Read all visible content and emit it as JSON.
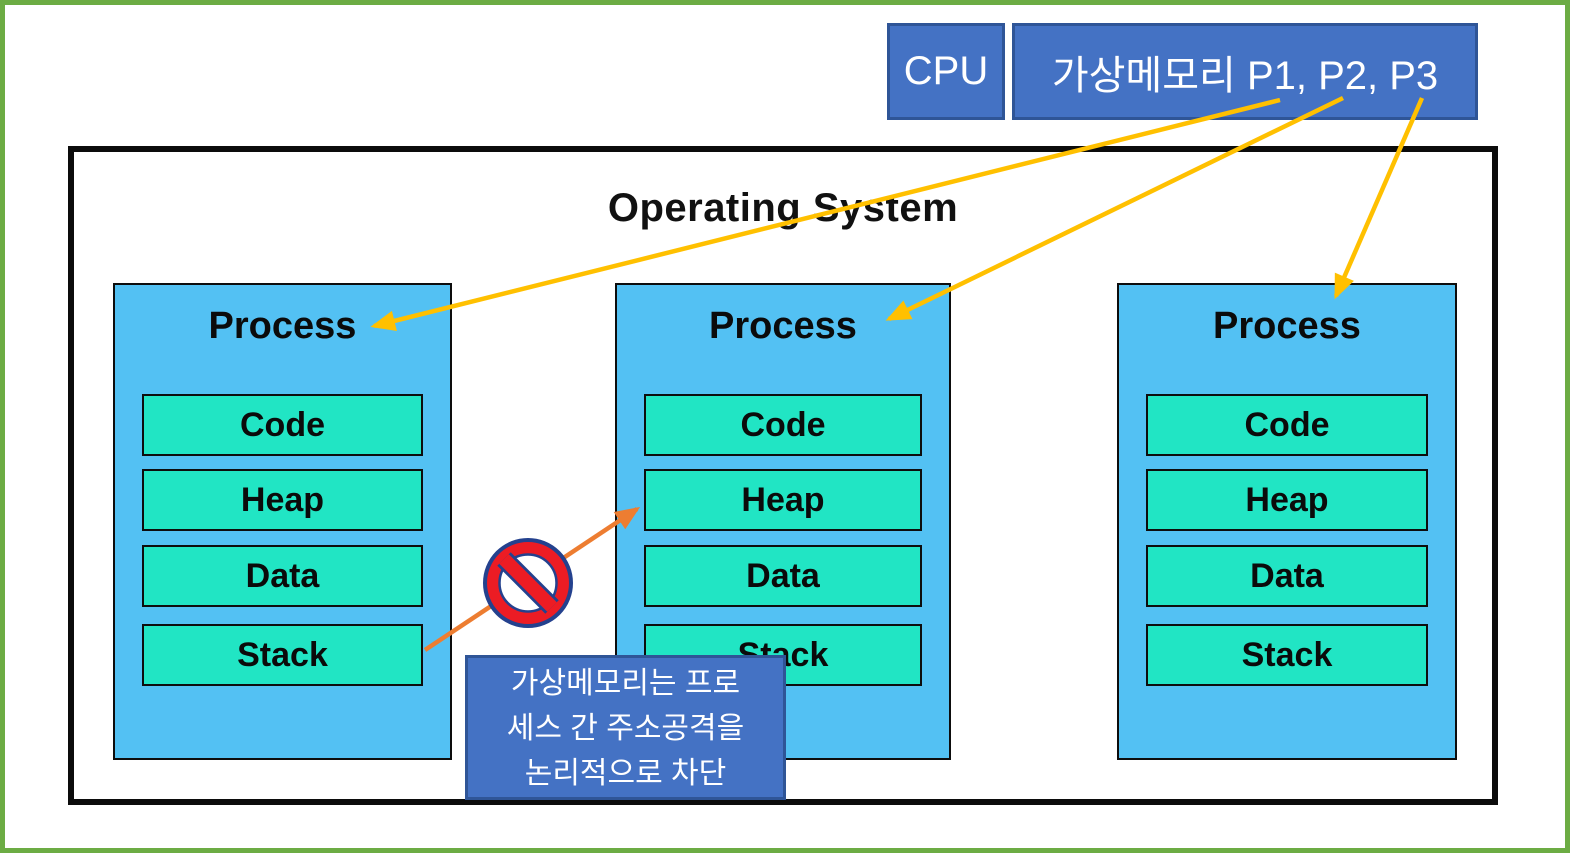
{
  "cpu_box": {
    "label": "CPU"
  },
  "vm_box": {
    "label": "가상메모리 P1, P2, P3"
  },
  "os_box": {
    "title": "Operating System"
  },
  "processes": [
    {
      "title": "Process",
      "segments": [
        "Code",
        "Heap",
        "Data",
        "Stack"
      ]
    },
    {
      "title": "Process",
      "segments": [
        "Code",
        "Heap",
        "Data",
        "Stack"
      ]
    },
    {
      "title": "Process",
      "segments": [
        "Code",
        "Heap",
        "Data",
        "Stack"
      ]
    }
  ],
  "note_box": {
    "lines": [
      "가상메모리는 프로",
      "세스 간 주소공격을",
      "논리적으로 차단"
    ]
  },
  "icons": {
    "prohibition": "no-entry-icon"
  },
  "colors": {
    "frame_green": "#6cac44",
    "ppt_blue": "#4472c4",
    "ppt_blue_border": "#2f5597",
    "process_blue": "#53c1f3",
    "segment_teal": "#21e5c4",
    "arrow_yellow": "#ffc000",
    "arrow_orange": "#ed7d31",
    "prohibition_red": "#ec1c24",
    "prohibition_navy": "#24418e",
    "os_border_black": "#0c0c0c"
  }
}
